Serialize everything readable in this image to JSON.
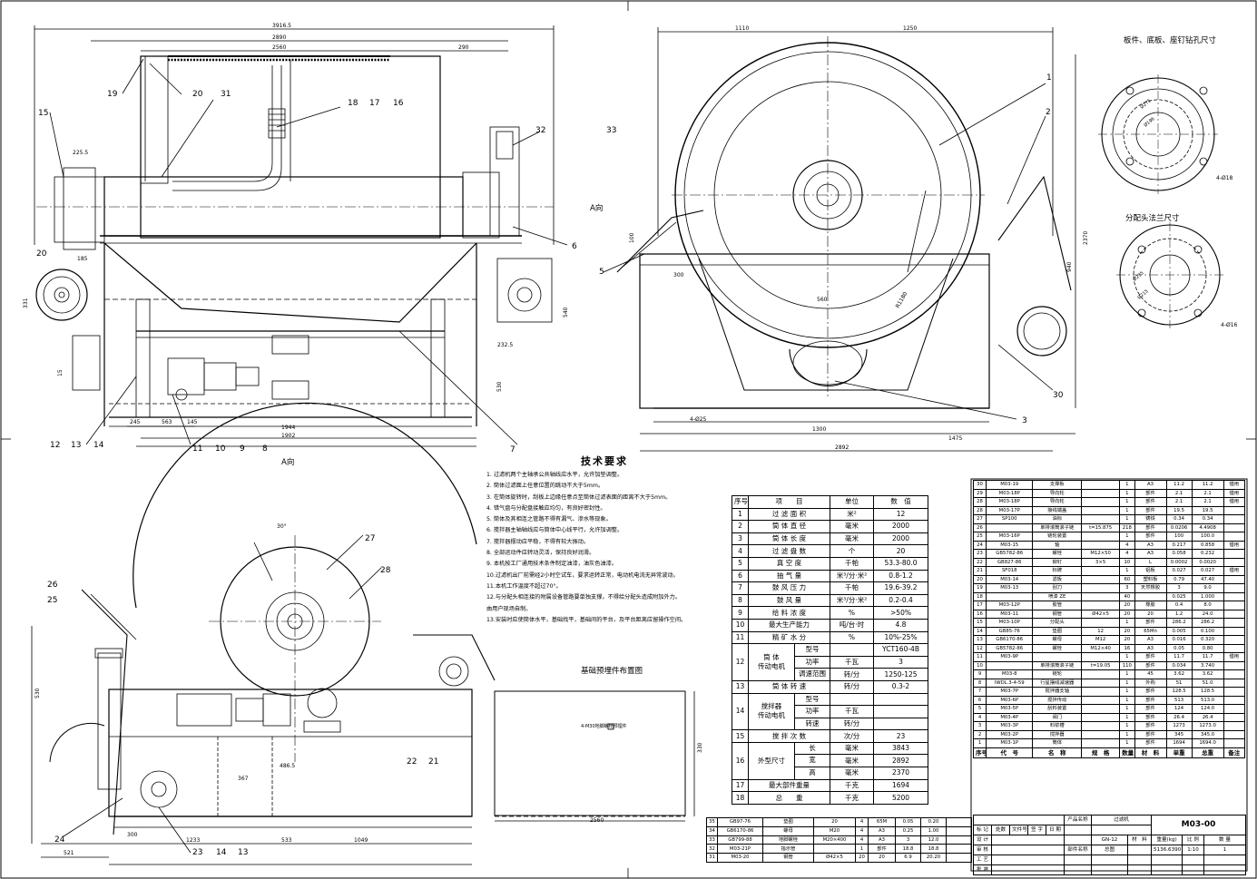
{
  "drawing": {
    "top_right_label": "板件、底板、座钉钻孔尺寸",
    "flange_label": "分配头法兰尺寸",
    "arrow_a_top": "A向",
    "arrow_a_bottom": "A向",
    "found_title": "基础预埋件布置图",
    "found_note": "4-M30地脚螺栓预埋件",
    "part_numbers_front": [
      "19",
      "20",
      "31",
      "18",
      "17",
      "16",
      "15",
      "32",
      "33",
      "20",
      "6",
      "12",
      "13",
      "14",
      "11",
      "10",
      "9",
      "8",
      "7"
    ],
    "part_numbers_side": [
      "1",
      "2",
      "5",
      "30",
      "3"
    ],
    "part_numbers_end": [
      "27",
      "28",
      "26",
      "25",
      "22",
      "21",
      "24",
      "23",
      "14",
      "13"
    ],
    "dims_front": [
      "3916.5",
      "2890",
      "2560",
      "290",
      "225.5",
      "185",
      "1944",
      "1902",
      "245",
      "563",
      "145",
      "232.5",
      "530",
      "331",
      "15",
      "540"
    ],
    "dims_side": [
      "1110",
      "1250",
      "2370",
      "940",
      "1300",
      "1475",
      "2892",
      "4-Ø25",
      "560",
      "300",
      "R1180",
      "100"
    ],
    "dims_end": [
      "30°",
      "530",
      "367",
      "486.5",
      "533",
      "1233",
      "1049",
      "521",
      "300",
      "2560",
      "330"
    ],
    "dims_bolt": [
      "4-Ø18",
      "4-Ø16",
      "Ø215",
      "Ø275",
      "Ø196",
      "Ø235"
    ]
  },
  "tech": {
    "title": "技术要求",
    "items": [
      "1. 过滤机两个主轴承公共轴线应水平，允许加垫调整。",
      "2. 筒体过滤面上任意位置的跳动不大于5mm。",
      "3. 在筒体旋转时，刮板上边缘任意点至筒体过滤表面的距离不大于5mm。",
      "4. 错气盘与分配盘接触应均匀，有良好密封性。",
      "5. 筒体及其相连之管路不得有漏气、渗水等现象。",
      "6. 搅拌器主轴轴线应与筒体中心线平行，允许加调整。",
      "7. 搅拌器摆动应平稳，不得有较大振动。",
      "8. 全部运动件应转动灵活，保持良好润滑。",
      "9. 本机按工厂通用技术条件制定油漆，油灰色油漆。",
      "10.过滤机出厂前需经2小时空试车，要求运转正常，电动机电流无异常波动。",
      "11.本机工作温度不超过70°。",
      "12.与分配头相连接的附属设备管路要单独支撑，不得给分配头造成附加外力。",
      "    由用户现场自制。",
      "13.安装时应使筒体水平，基础找平，基础间的平台，及平台距离应留操作空间。"
    ]
  },
  "spec": {
    "header": [
      "序号",
      "项　　目",
      "单位",
      "数　值"
    ],
    "rows": [
      [
        "1",
        "过 滤 面 积",
        "米²",
        "12"
      ],
      [
        "2",
        "筒 体 直 径",
        "毫米",
        "2000"
      ],
      [
        "3",
        "筒 体 长 度",
        "毫米",
        "2000"
      ],
      [
        "4",
        "过 滤 盘 数",
        "个",
        "20"
      ],
      [
        "5",
        "真 空 度",
        "千帕",
        "53.3-80.0"
      ],
      [
        "6",
        "抽 气 量",
        "米³/分·米²",
        "0.8-1.2"
      ],
      [
        "7",
        "鼓 风 压 力",
        "千帕",
        "19.6-39.2"
      ],
      [
        "8",
        "鼓 风 量",
        "米³/分·米²",
        "0.2-0.4"
      ],
      [
        "9",
        "给 料 浓 度",
        "%",
        ">50%"
      ],
      [
        "10",
        "最大生产能力",
        "吨/台·时",
        "4.8"
      ],
      [
        "11",
        "精 矿 水 分",
        "%",
        "10%-25%"
      ]
    ],
    "motor1": {
      "no": "12",
      "name": "筒 体\n传动电机",
      "sub": [
        "型号",
        "功率",
        "调速范围"
      ],
      "unit": [
        "",
        "千瓦",
        "转/分"
      ],
      "val": [
        "YCT160-4B",
        "3",
        "1250-125"
      ]
    },
    "row13": [
      "13",
      "筒 体 转 速",
      "转/分",
      "0.3-2"
    ],
    "motor2": {
      "no": "14",
      "name": "搅拌器\n传动电机",
      "sub": [
        "型号",
        "功率",
        "转速"
      ],
      "unit": [
        "",
        "千瓦",
        "转/分"
      ],
      "val": [
        "",
        "",
        ""
      ]
    },
    "row15": [
      "15",
      "搅 拌 次 数",
      "次/分",
      "23"
    ],
    "size": {
      "no": "16",
      "name": "外型尺寸",
      "sub": [
        "长",
        "宽",
        "高"
      ],
      "unit": [
        "毫米",
        "毫米",
        "毫米"
      ],
      "val": [
        "3843",
        "2892",
        "2370"
      ]
    },
    "row17": [
      "17",
      "最大部件重量",
      "千克",
      "1694"
    ],
    "row18": [
      "18",
      "总　　重",
      "千克",
      "5200"
    ]
  },
  "bom": {
    "rows": [
      [
        "30",
        "M03-19",
        "支撑板",
        "",
        "1",
        "A3",
        "11.2",
        "11.2",
        "借用"
      ],
      [
        "29",
        "M03-18P",
        "导向轮",
        "",
        "1",
        "部件",
        "2.1",
        "2.1",
        "借用"
      ],
      [
        "28",
        "M03-18P",
        "导向轮",
        "",
        "1",
        "部件",
        "2.1",
        "2.1",
        "借用"
      ],
      [
        "28",
        "M03-17P",
        "接线端盖",
        "",
        "1",
        "部件",
        "19.5",
        "19.5",
        ""
      ],
      [
        "27",
        "SP100",
        "油标",
        "",
        "1",
        "铸铁",
        "0.34",
        "0.34",
        ""
      ],
      [
        "26",
        "",
        "单排滚筒滚子链",
        "t=15.875",
        "218",
        "部件",
        "0.0206",
        "4.4908",
        ""
      ],
      [
        "25",
        "M03-16P",
        "链轮装置",
        "",
        "1",
        "部件",
        "100",
        "100.0",
        ""
      ],
      [
        "24",
        "M03-15",
        "轴",
        "",
        "4",
        "A3",
        "0.217",
        "0.858",
        "借用"
      ],
      [
        "23",
        "GB5782-86",
        "螺栓",
        "M12×50",
        "4",
        "A3",
        "0.058",
        "0.232",
        ""
      ],
      [
        "22",
        "GB827-86",
        "铆钉",
        "3×5",
        "10",
        "L",
        "0.0002",
        "0.0020",
        ""
      ],
      [
        "21",
        "SF018",
        "标牌",
        "",
        "1",
        "铝板",
        "0.027",
        "0.027",
        "借用"
      ],
      [
        "20",
        "M03-14",
        "滤板",
        "",
        "60",
        "塑料板",
        "0.79",
        "47.40",
        ""
      ],
      [
        "19",
        "M03-13",
        "刮刀",
        "",
        "3",
        "天然橡胶",
        "3",
        "9.0",
        ""
      ],
      [
        "18",
        "",
        "喷漆 ZE",
        "",
        "40",
        "",
        "0.025",
        "1.000",
        ""
      ],
      [
        "17",
        "M03-12P",
        "胶管",
        "",
        "20",
        "橡胶",
        "0.4",
        "8.0",
        ""
      ],
      [
        "16",
        "M03-11",
        "钢管",
        "Ø42×5",
        "20",
        "20",
        "1.2",
        "24.0",
        ""
      ],
      [
        "15",
        "M03-10P",
        "分配头",
        "",
        "1",
        "部件",
        "286.2",
        "286.2",
        ""
      ],
      [
        "14",
        "GB85-76",
        "垫圈",
        "12",
        "20",
        "65Mn",
        "0.005",
        "0.100",
        ""
      ],
      [
        "13",
        "GB6170-86",
        "螺母",
        "M12",
        "20",
        "A3",
        "0.016",
        "0.320",
        ""
      ],
      [
        "12",
        "GB5782-86",
        "螺栓",
        "M12×40",
        "16",
        "A3",
        "0.05",
        "0.80",
        ""
      ],
      [
        "11",
        "M03-9P",
        "",
        "",
        "1",
        "部件",
        "11.7",
        "11.7",
        "借用"
      ],
      [
        "10",
        "",
        "单排滚筒滚子链",
        "t=19.05",
        "110",
        "部件",
        "0.034",
        "3.740",
        ""
      ],
      [
        "9",
        "M03-8",
        "链轮",
        "",
        "1",
        "45",
        "3.62",
        "3.62",
        ""
      ],
      [
        "8",
        "IWDL.3-4-59",
        "行星摆线减速器",
        "",
        "1",
        "外购",
        "51",
        "51.0",
        ""
      ],
      [
        "7",
        "M03-7P",
        "搅拌器支轴",
        "",
        "1",
        "部件",
        "128.5",
        "128.5",
        ""
      ],
      [
        "6",
        "M03-6P",
        "搅拌传动",
        "",
        "1",
        "部件",
        "513",
        "513.0",
        ""
      ],
      [
        "5",
        "M03-5P",
        "刮料装置",
        "",
        "1",
        "部件",
        "124",
        "124.0",
        ""
      ],
      [
        "4",
        "M03-4P",
        "阀门",
        "",
        "1",
        "部件",
        "26.4",
        "26.4",
        ""
      ],
      [
        "3",
        "M03-3P",
        "料浆槽",
        "",
        "1",
        "部件",
        "1273",
        "1273.0",
        ""
      ],
      [
        "2",
        "M03-2P",
        "搅拌器",
        "",
        "1",
        "部件",
        "345",
        "345.0",
        ""
      ],
      [
        "1",
        "M03-1P",
        "筒体",
        "",
        "1",
        "部件",
        "1694",
        "1694.0",
        ""
      ]
    ],
    "header": [
      "序号",
      "代　号",
      "名　称",
      "规　格",
      "数量",
      "材　料",
      "单重",
      "总重",
      "备注"
    ]
  },
  "bom_left": {
    "rows": [
      [
        "35",
        "GB97-76",
        "垫圈",
        "20",
        "4",
        "65M",
        "0.05",
        "0.20"
      ],
      [
        "34",
        "GB6170-86",
        "螺母",
        "M20",
        "4",
        "A3",
        "0.25",
        "1.00"
      ],
      [
        "33",
        "GB799-88",
        "地脚螺栓",
        "M20×400",
        "4",
        "A3",
        "3",
        "12.0"
      ],
      [
        "32",
        "M03-21P",
        "指示管",
        "",
        "1",
        "部件",
        "18.8",
        "18.8"
      ],
      [
        "31",
        "M03-20",
        "钢管",
        "Ø42×5",
        "20",
        "20",
        "6.9",
        "20.20"
      ]
    ]
  },
  "title_block": {
    "product_label": "产品名称",
    "product": "过滤机",
    "drawing_no": "M03-00",
    "model": "GN-12",
    "material_label": "材　料",
    "weight_label": "重量(kg)",
    "weight": "5136.6390",
    "scale_label": "比 例",
    "scale": "1:10",
    "qty_label": "数 量",
    "qty": "1",
    "part_name_label": "部件名称",
    "part_name": "总图",
    "rows": [
      "标 记",
      "设 计",
      "审 核",
      "工 艺",
      "批 准"
    ],
    "cols": [
      "处数",
      "文件号",
      "签 字",
      "日 期"
    ]
  }
}
